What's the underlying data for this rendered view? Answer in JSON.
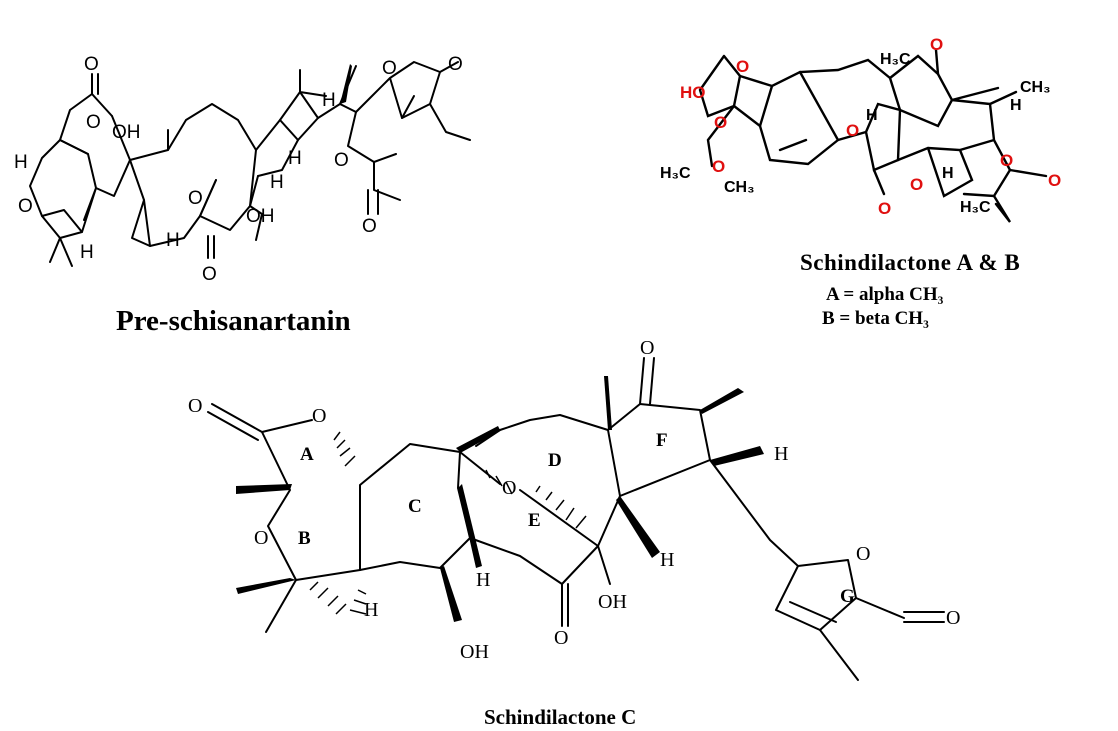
{
  "captions": {
    "pre": "Pre-schisanartanin",
    "ab": "Schindilactone A & B",
    "a_line": "A = alpha CH₃",
    "b_line": "B = beta CH₃",
    "c": "Schindilactone C"
  },
  "atoms": {
    "O": "O",
    "OH": "OH",
    "HO": "HO",
    "H": "H",
    "H3C": "H₃C",
    "CH3": "CH₃"
  },
  "rings": {
    "A": "A",
    "B": "B",
    "C": "C",
    "D": "D",
    "E": "E",
    "F": "F",
    "G": "G"
  },
  "colors": {
    "bond": "#000000",
    "heteroatom_red": "#e01010"
  }
}
